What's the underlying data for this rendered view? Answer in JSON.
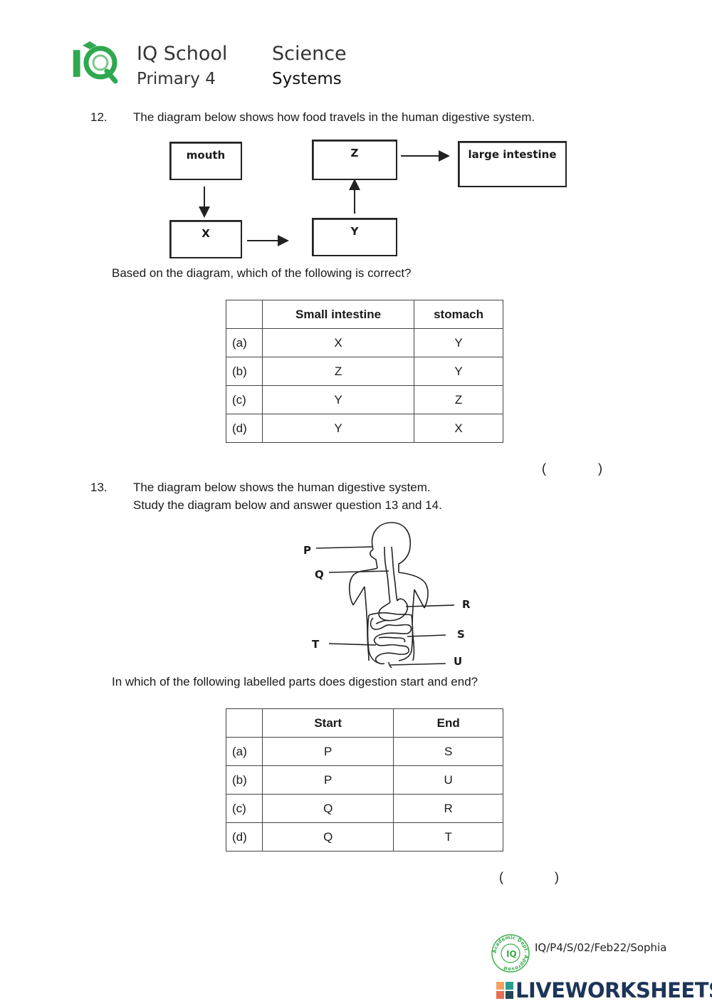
{
  "header": {
    "school": "IQ School",
    "level": "Primary 4",
    "subject": "Science",
    "topic": "Systems"
  },
  "q12": {
    "number": "12.",
    "text": "The diagram below shows how food travels in the human digestive system.",
    "diagram": {
      "mouth": "mouth",
      "z": "Z",
      "large_intestine": "large intestine",
      "x": "X",
      "y": "Y"
    },
    "prompt": "Based on the diagram, which of the following is correct?",
    "table": {
      "headers": [
        "",
        "Small intestine",
        "stomach"
      ],
      "rows": [
        [
          "(a)",
          "X",
          "Y"
        ],
        [
          "(b)",
          "Z",
          "Y"
        ],
        [
          "(c)",
          "Y",
          "Z"
        ],
        [
          "(d)",
          "Y",
          "X"
        ]
      ]
    },
    "answer_open": "(",
    "answer_close": ")"
  },
  "q13": {
    "number": "13.",
    "text1": "The diagram below shows the human digestive system.",
    "text2": "Study the diagram below and answer question 13 and 14.",
    "labels": [
      "P",
      "Q",
      "R",
      "S",
      "T",
      "U"
    ],
    "prompt": "In which of the following labelled parts does digestion start and end?",
    "table": {
      "headers": [
        "",
        "Start",
        "End"
      ],
      "rows": [
        [
          "(a)",
          "P",
          "S"
        ],
        [
          "(b)",
          "P",
          "U"
        ],
        [
          "(c)",
          "Q",
          "R"
        ],
        [
          "(d)",
          "Q",
          "T"
        ]
      ]
    },
    "answer_open": "(",
    "answer_close": ")"
  },
  "footer": {
    "code": "IQ/P4/S/02/Feb22/Sophia",
    "stamp_text": "Academic Dept. Approved",
    "brand": "LIVEWORKSHEETS"
  },
  "colors": {
    "logo_green": "#2fa84f",
    "stamp_green": "#3cae4c",
    "brand_navy": "#1d3557"
  }
}
